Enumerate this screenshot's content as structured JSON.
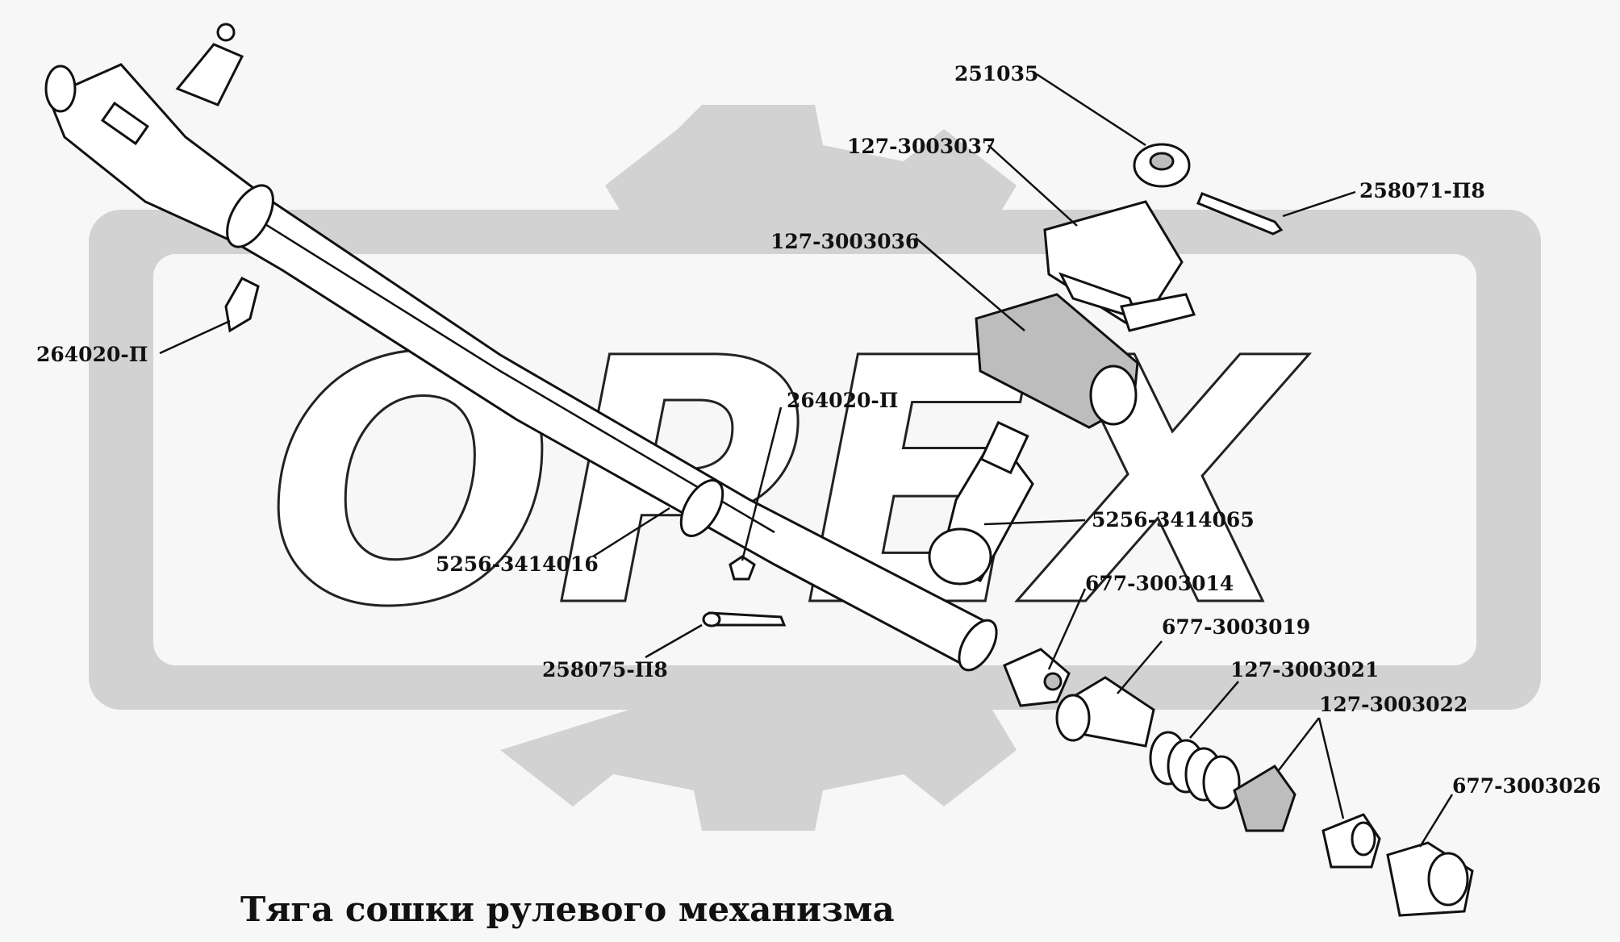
{
  "title": "Тяга сошки рулевого механизма",
  "watermark": "OPEX",
  "colors": {
    "background": "#f7f7f7",
    "gear": "#d2d2d2",
    "ink": "#111111"
  },
  "part_labels": [
    "251035",
    "127-3003037",
    "258071-П8",
    "127-3003036",
    "264020-П",
    "264020-П",
    "5256-3414065",
    "5256-3414016",
    "677-3003014",
    "677-3003019",
    "127-3003021",
    "127-3003022",
    "677-3003026",
    "258075-П8"
  ]
}
